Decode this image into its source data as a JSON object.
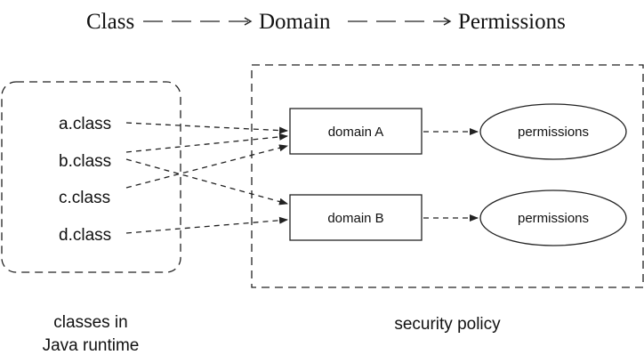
{
  "header": {
    "flow": [
      "Class",
      "Domain",
      "Permissions"
    ]
  },
  "runtime": {
    "classes": [
      "a.class",
      "b.class",
      "c.class",
      "d.class"
    ],
    "caption_line1": "classes in",
    "caption_line2": "Java runtime"
  },
  "policy": {
    "domains": [
      "domain A",
      "domain B"
    ],
    "permissions": [
      "permissions",
      "permissions"
    ],
    "caption": "security policy"
  },
  "mappings": [
    {
      "from": "a.class",
      "to": "domain A"
    },
    {
      "from": "b.class",
      "to": "domain A"
    },
    {
      "from": "c.class",
      "to": "domain A"
    },
    {
      "from": "b.class",
      "to": "domain B"
    },
    {
      "from": "d.class",
      "to": "domain B"
    }
  ],
  "colors": {
    "stroke": "#222222",
    "text": "#111111",
    "background": "#ffffff"
  }
}
